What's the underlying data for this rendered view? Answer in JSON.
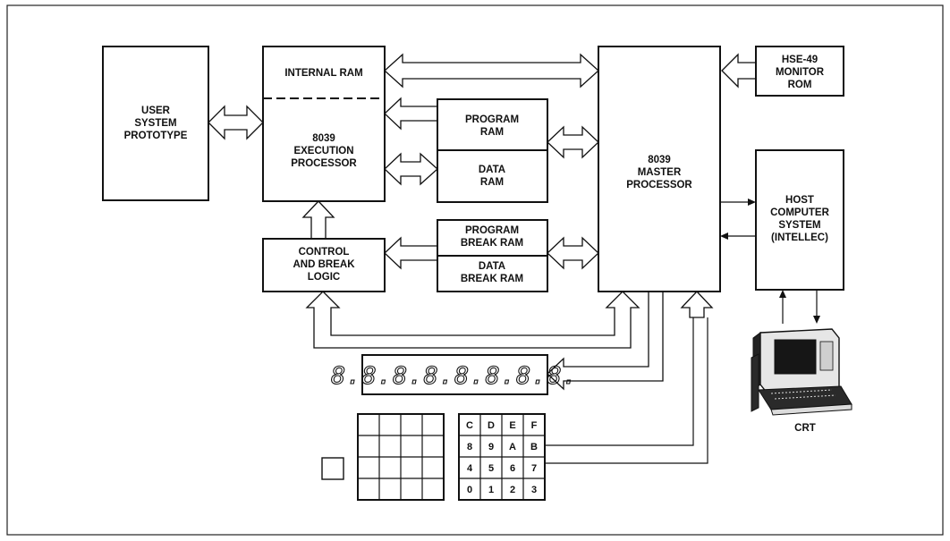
{
  "blocks": {
    "user_system": [
      "USER",
      "SYSTEM",
      "PROTOTYPE"
    ],
    "internal_ram": [
      "INTERNAL RAM"
    ],
    "execution_processor": [
      "8039",
      "EXECUTION",
      "PROCESSOR"
    ],
    "program_ram": [
      "PROGRAM",
      "RAM"
    ],
    "data_ram": [
      "DATA",
      "RAM"
    ],
    "master_processor": [
      "8039",
      "MASTER",
      "PROCESSOR"
    ],
    "monitor_rom": [
      "HSE-49",
      "MONITOR",
      "ROM"
    ],
    "host_computer": [
      "HOST",
      "COMPUTER",
      "SYSTEM",
      "(INTELLEC)"
    ],
    "control_break_logic": [
      "CONTROL",
      "AND BREAK",
      "LOGIC"
    ],
    "program_break_ram": [
      "PROGRAM",
      "BREAK RAM"
    ],
    "data_break_ram": [
      "DATA",
      "BREAK RAM"
    ],
    "crt": [
      "CRT"
    ]
  },
  "display": {
    "digits": "8.8.8.8.8.8.8.8."
  },
  "keypad": {
    "rows": [
      [
        "C",
        "D",
        "E",
        "F"
      ],
      [
        "8",
        "9",
        "A",
        "B"
      ],
      [
        "4",
        "5",
        "6",
        "7"
      ],
      [
        "0",
        "1",
        "2",
        "3"
      ]
    ]
  },
  "colors": {
    "line": "#111111",
    "background": "#ffffff"
  }
}
